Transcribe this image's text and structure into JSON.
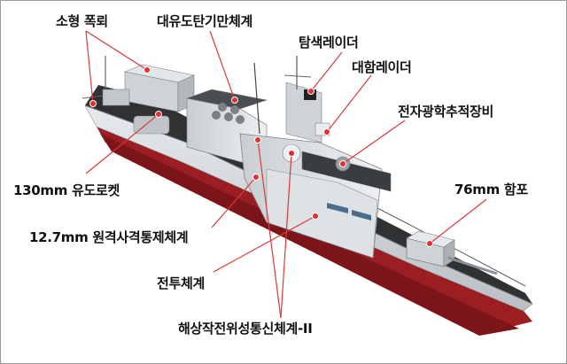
{
  "labels": {
    "small_bomb": "소형 폭뢰",
    "anti_torpedo": "대유도탄기만체계",
    "search_radar": "탐색레이더",
    "ship_radar": "대함레이더",
    "eo_tracking": "전자광학추적장비",
    "gun_76": "76mm 함포",
    "rocket_130": "130mm 유도로켓",
    "rws_127": "12.7mm 원격사격통제체계",
    "combat_system": "전투체계",
    "satcom": "해상작전위성통신체계-II"
  },
  "colors": {
    "leader": "#d83a3a",
    "point": "#e0312f",
    "hull_red": "#9b1e22",
    "hull_grey": "#d9dde0",
    "deck": "#2f3133"
  }
}
